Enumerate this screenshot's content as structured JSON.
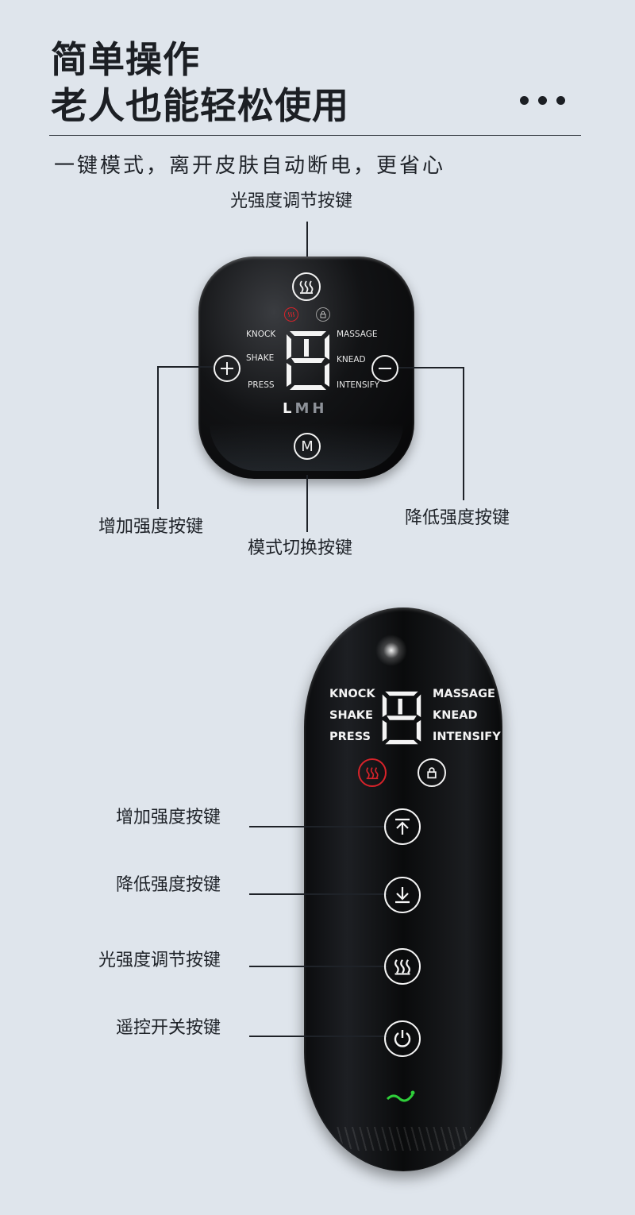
{
  "header": {
    "title_line1": "简单操作",
    "title_line2": "老人也能轻松使用",
    "subtitle": "一键模式，离开皮肤自动断电，更省心"
  },
  "device1": {
    "labels": {
      "light_button": "光强度调节按键",
      "increase_button": "增加强度按键",
      "decrease_button": "降低强度按键",
      "mode_button": "模式切换按键"
    },
    "modes_left": [
      "KNOCK",
      "SHAKE",
      "PRESS"
    ],
    "modes_right": [
      "MASSAGE",
      "KNEAD",
      "INTENSIFY"
    ],
    "levels": [
      "L",
      "M",
      "H"
    ],
    "mode_key": "M",
    "icons": {
      "heat": "heat-icon",
      "lock": "lock-icon",
      "plus": "plus-icon",
      "minus": "minus-icon"
    }
  },
  "device2": {
    "labels": {
      "increase_button": "增加强度按键",
      "decrease_button": "降低强度按键",
      "light_button": "光强度调节按键",
      "power_button": "遥控开关按键"
    },
    "modes_left": [
      "KNOCK",
      "SHAKE",
      "PRESS"
    ],
    "modes_right": [
      "MASSAGE",
      "KNEAD",
      "INTENSIFY"
    ]
  },
  "colors": {
    "background": "#dfe5ec",
    "heat_indicator": "#d8232a",
    "status_green": "#2fcf3a"
  }
}
